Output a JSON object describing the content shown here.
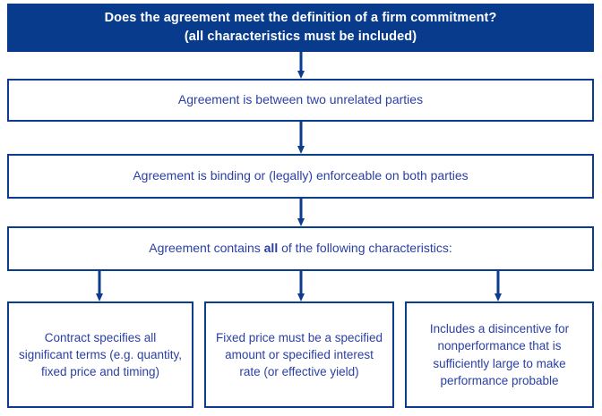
{
  "diagram": {
    "title_box": {
      "line1": "Does the agreement meet the definition of a firm commitment?",
      "line2": "(all characteristics must be included)"
    },
    "steps": [
      {
        "text": "Agreement is between two unrelated parties"
      },
      {
        "text": "Agreement is binding or (legally) enforceable on both parties"
      },
      {
        "text_before": "Agreement contains ",
        "emphasis": "all",
        "text_after": " of the following characteristics:"
      }
    ],
    "characteristics": [
      {
        "text": "Contract specifies all significant terms (e.g. quantity, fixed price and timing)"
      },
      {
        "text": "Fixed price must be a specified amount or specified interest rate (or effective yield)"
      },
      {
        "text": "Includes a disincentive for nonperformance that is sufficiently large to make performance probable"
      }
    ],
    "colors": {
      "header_fill": "#083b8c",
      "header_text": "#ffffff",
      "box_border": "#0b3d8f",
      "box_text": "#2a3fa5",
      "connector": "#0b3d8f",
      "background": "#ffffff"
    }
  }
}
